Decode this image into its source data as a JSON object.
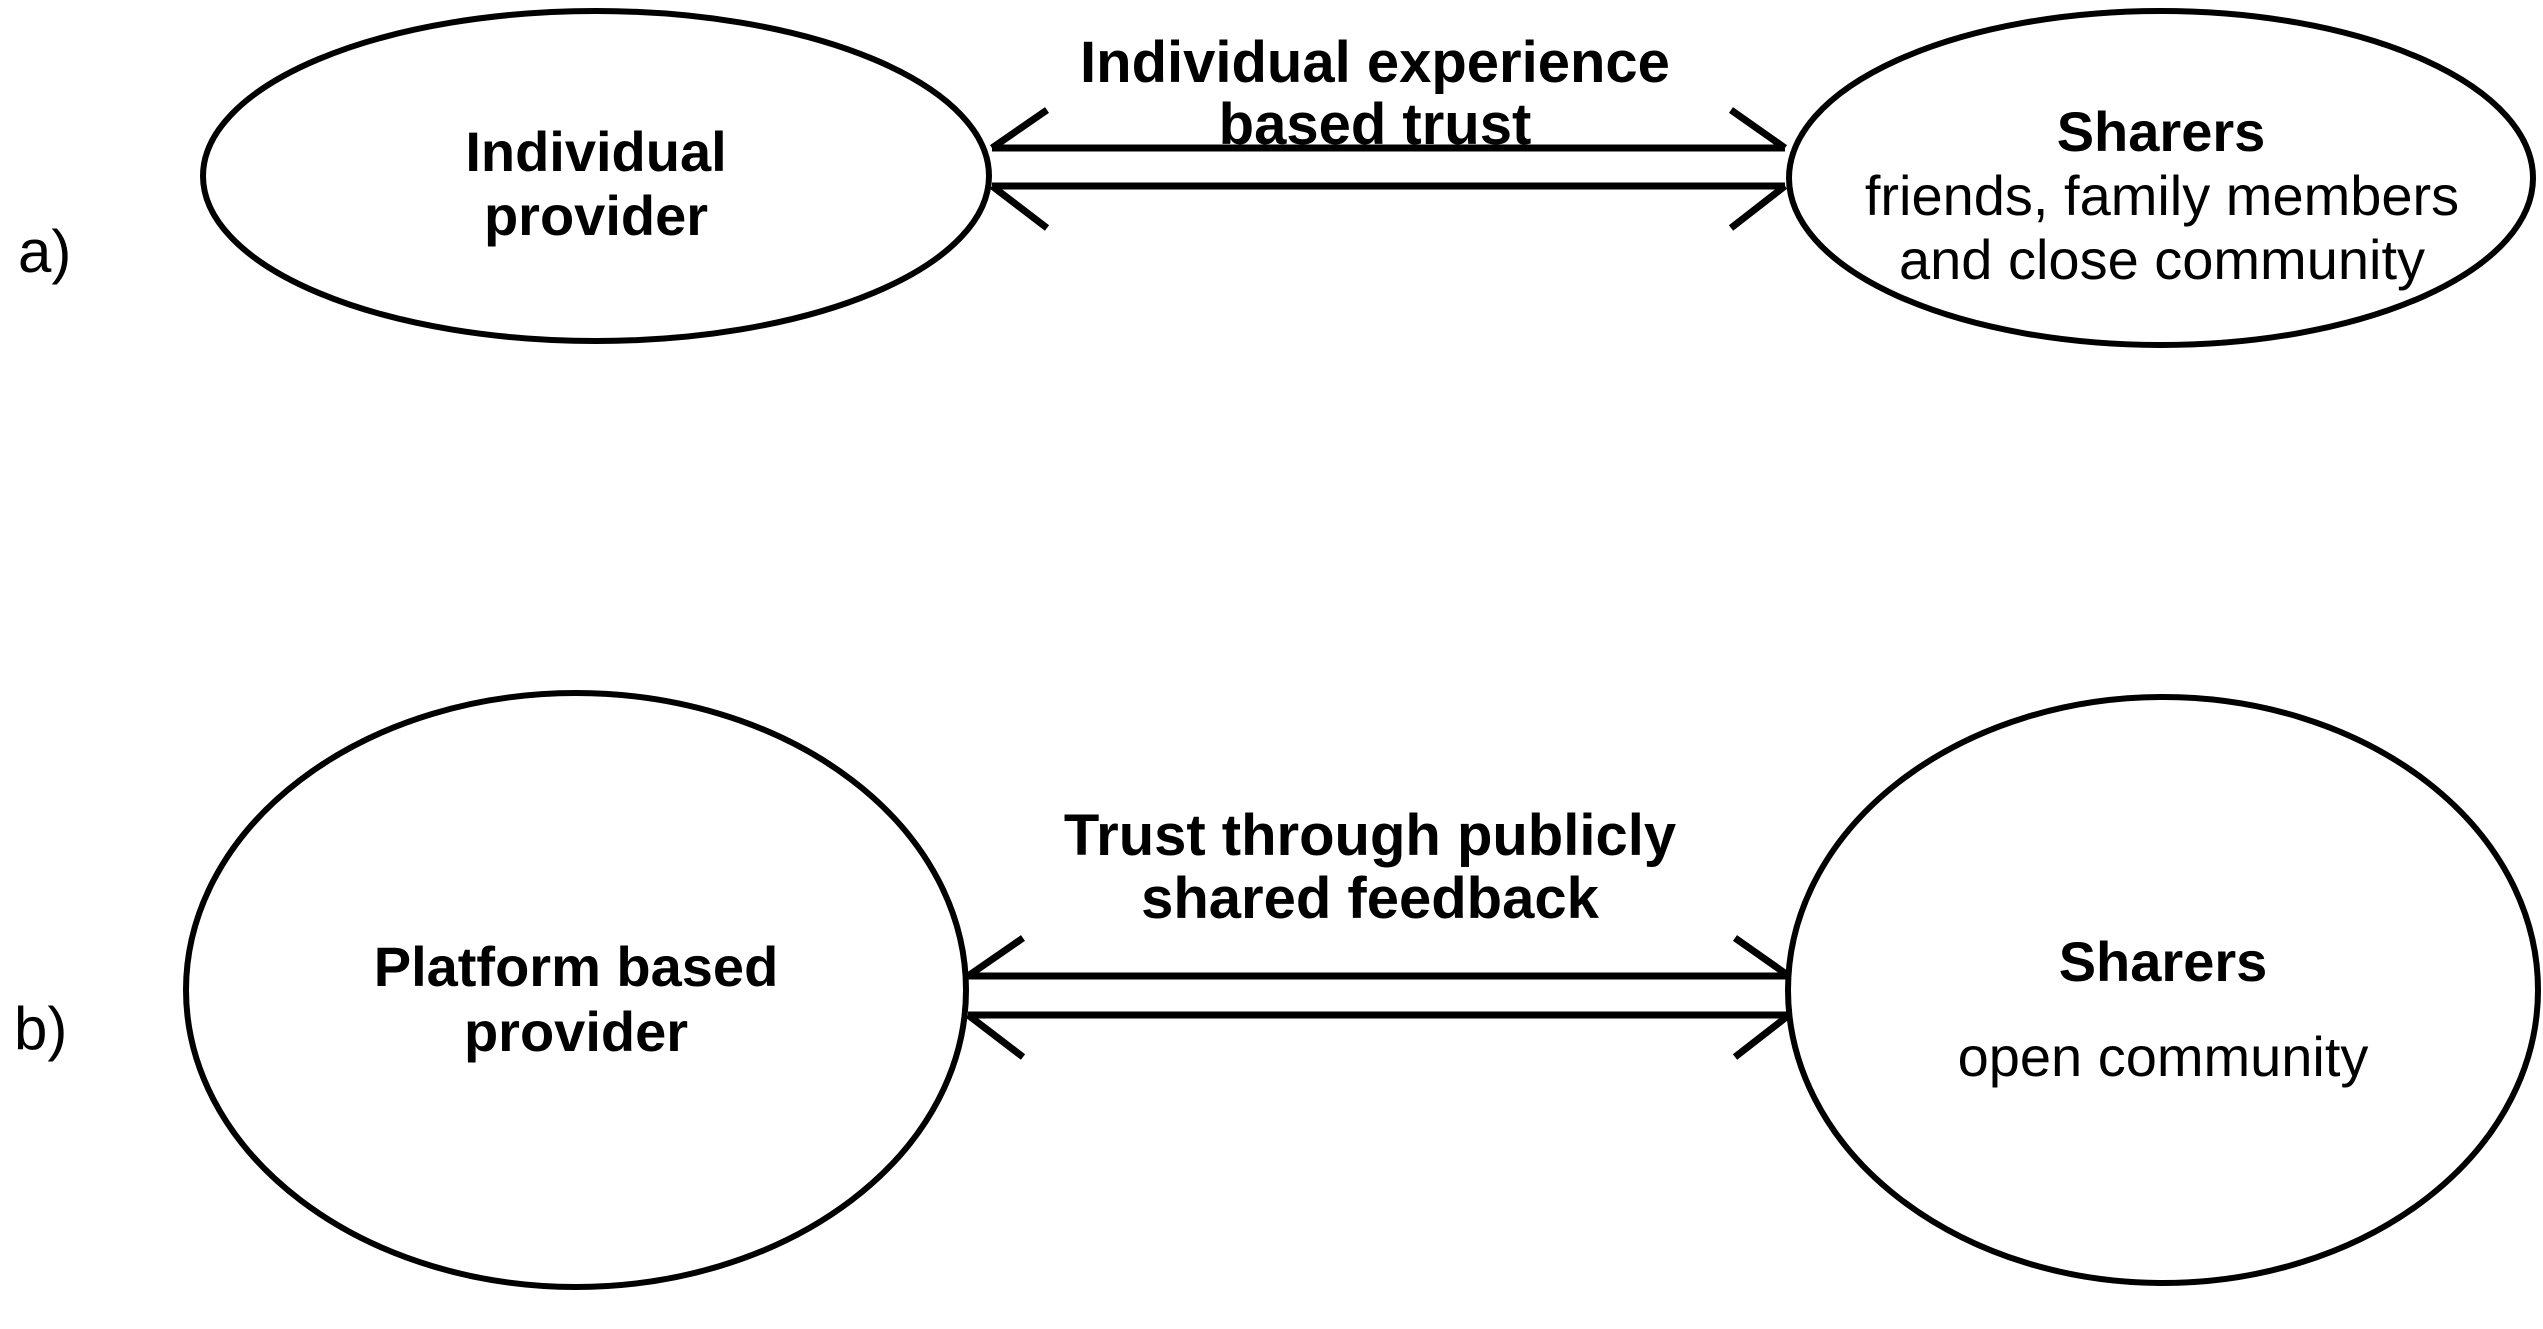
{
  "figure": {
    "type": "diagram",
    "background_color": "#ffffff",
    "line_color": "#000000",
    "text_color": "#000000"
  },
  "panels": [
    {
      "letter": "a)",
      "left_node": {
        "title": "Individual",
        "title2": "provider"
      },
      "right_node": {
        "title": "Sharers",
        "sub_line1": "friends, family members",
        "sub_line2": "and close community"
      },
      "edge": {
        "line1": "Individual experience",
        "line2": "based trust",
        "direction": "bidirectional",
        "arrowhead_style": "open-v"
      }
    },
    {
      "letter": "b)",
      "left_node": {
        "title": "Platform based",
        "title2": "provider"
      },
      "right_node": {
        "title": "Sharers",
        "sub_line1": "open community",
        "sub_line2": ""
      },
      "edge": {
        "line1": "Trust through publicly",
        "line2": "shared feedback",
        "direction": "bidirectional",
        "arrowhead_style": "open-v"
      }
    }
  ]
}
